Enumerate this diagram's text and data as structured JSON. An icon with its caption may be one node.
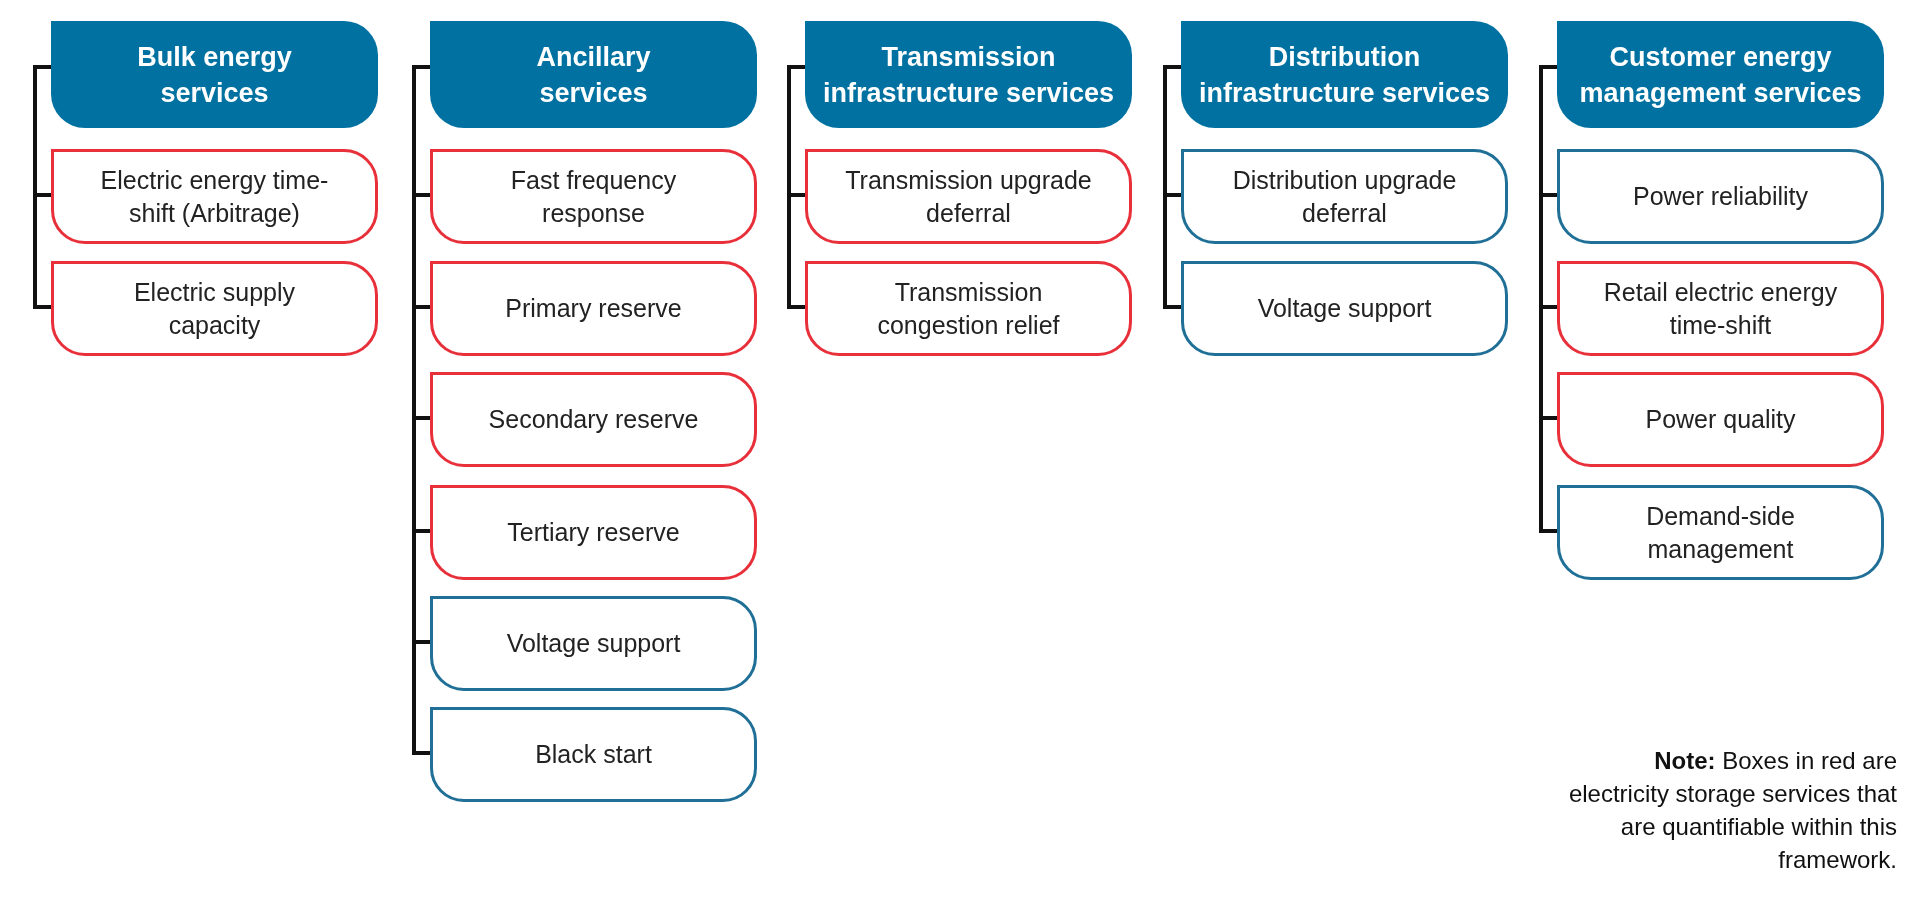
{
  "diagram": {
    "nodes": [
      {
        "text": [
          "Bulk energy services"
        ]
      },
      {
        "text": [
          "Electric energy time-shift (Arbitrage)"
        ]
      },
      {
        "text": [
          "Electric supply capacity"
        ]
      },
      {
        "text": [
          "Ancillary services"
        ]
      },
      {
        "text": [
          "Fast frequency response"
        ]
      },
      {
        "text": [
          "Primary reserve"
        ]
      },
      {
        "text": [
          "Secondary reserve"
        ]
      },
      {
        "text": [
          "Tertiary reserve"
        ]
      },
      {
        "text": [
          "Voltage support"
        ]
      },
      {
        "text": [
          "Black start"
        ]
      },
      {
        "text": [
          "Transmission infrastructure services"
        ]
      },
      {
        "text": [
          "Transmission upgrade deferral"
        ]
      },
      {
        "text": [
          "Transmission congestion relief"
        ]
      },
      {
        "text": [
          "Distribution infrastructure services"
        ]
      },
      {
        "text": [
          "Distribution upgrade deferral"
        ]
      },
      {
        "text": [
          "Voltage support"
        ]
      },
      {
        "text": [
          "Customer energy management services"
        ]
      },
      {
        "text": [
          "Power reliability"
        ]
      },
      {
        "text": [
          "Retail electric energy time-shift"
        ]
      },
      {
        "text": [
          "Power quality"
        ]
      },
      {
        "text": [
          "Demand-side management"
        ]
      }
    ],
    "edges": [
      {
        "from": 0,
        "to": 1,
        "arrow": "none"
      },
      {
        "from": 0,
        "to": 2,
        "arrow": "none"
      },
      {
        "from": 3,
        "to": 4,
        "arrow": "none"
      },
      {
        "from": 3,
        "to": 5,
        "arrow": "none"
      },
      {
        "from": 3,
        "to": 6,
        "arrow": "none"
      },
      {
        "from": 3,
        "to": 7,
        "arrow": "none"
      },
      {
        "from": 3,
        "to": 8,
        "arrow": "none"
      },
      {
        "from": 3,
        "to": 9,
        "arrow": "none"
      },
      {
        "from": 10,
        "to": 11,
        "arrow": "none"
      },
      {
        "from": 10,
        "to": 12,
        "arrow": "none"
      },
      {
        "from": 13,
        "to": 14,
        "arrow": "none"
      },
      {
        "from": 13,
        "to": 15,
        "arrow": "none"
      },
      {
        "from": 16,
        "to": 17,
        "arrow": "none"
      },
      {
        "from": 16,
        "to": 18,
        "arrow": "none"
      },
      {
        "from": 16,
        "to": 19,
        "arrow": "none"
      },
      {
        "from": 16,
        "to": 20,
        "arrow": "none"
      }
    ],
    "labels": [
      "**Note:** Boxes in red are electricity storage services that are quantifiable within this framework."
    ]
  }
}
